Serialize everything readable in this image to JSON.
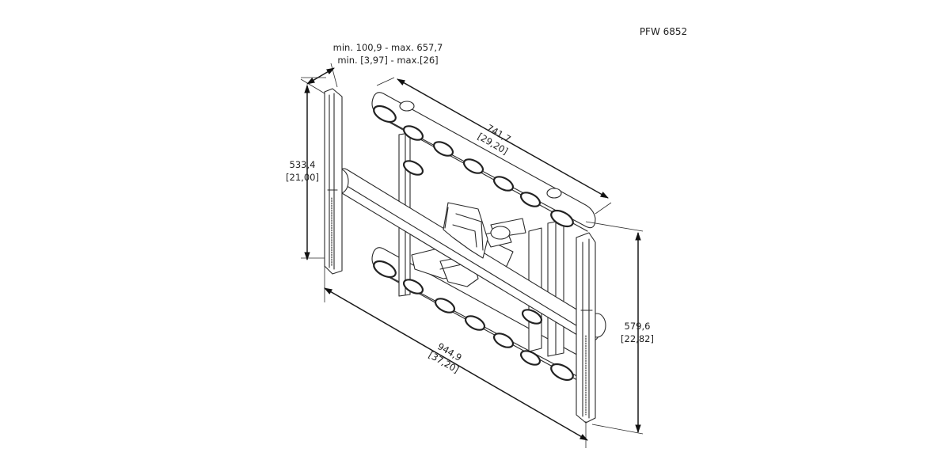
{
  "model": "PFW 6852",
  "dimensions": {
    "depth": {
      "mm": "min. 100,9 - max. 657,7",
      "in": "min. [3,97] - max.[26]"
    },
    "frame_width": {
      "mm": "741,7",
      "in": "[29,20]"
    },
    "bracket_height": {
      "mm": "533,4",
      "in": "[21,00]"
    },
    "overall_width": {
      "mm": "944,9",
      "in": "[37,20]"
    },
    "overall_height": {
      "mm": "579,6",
      "in": "[22,82]"
    }
  }
}
